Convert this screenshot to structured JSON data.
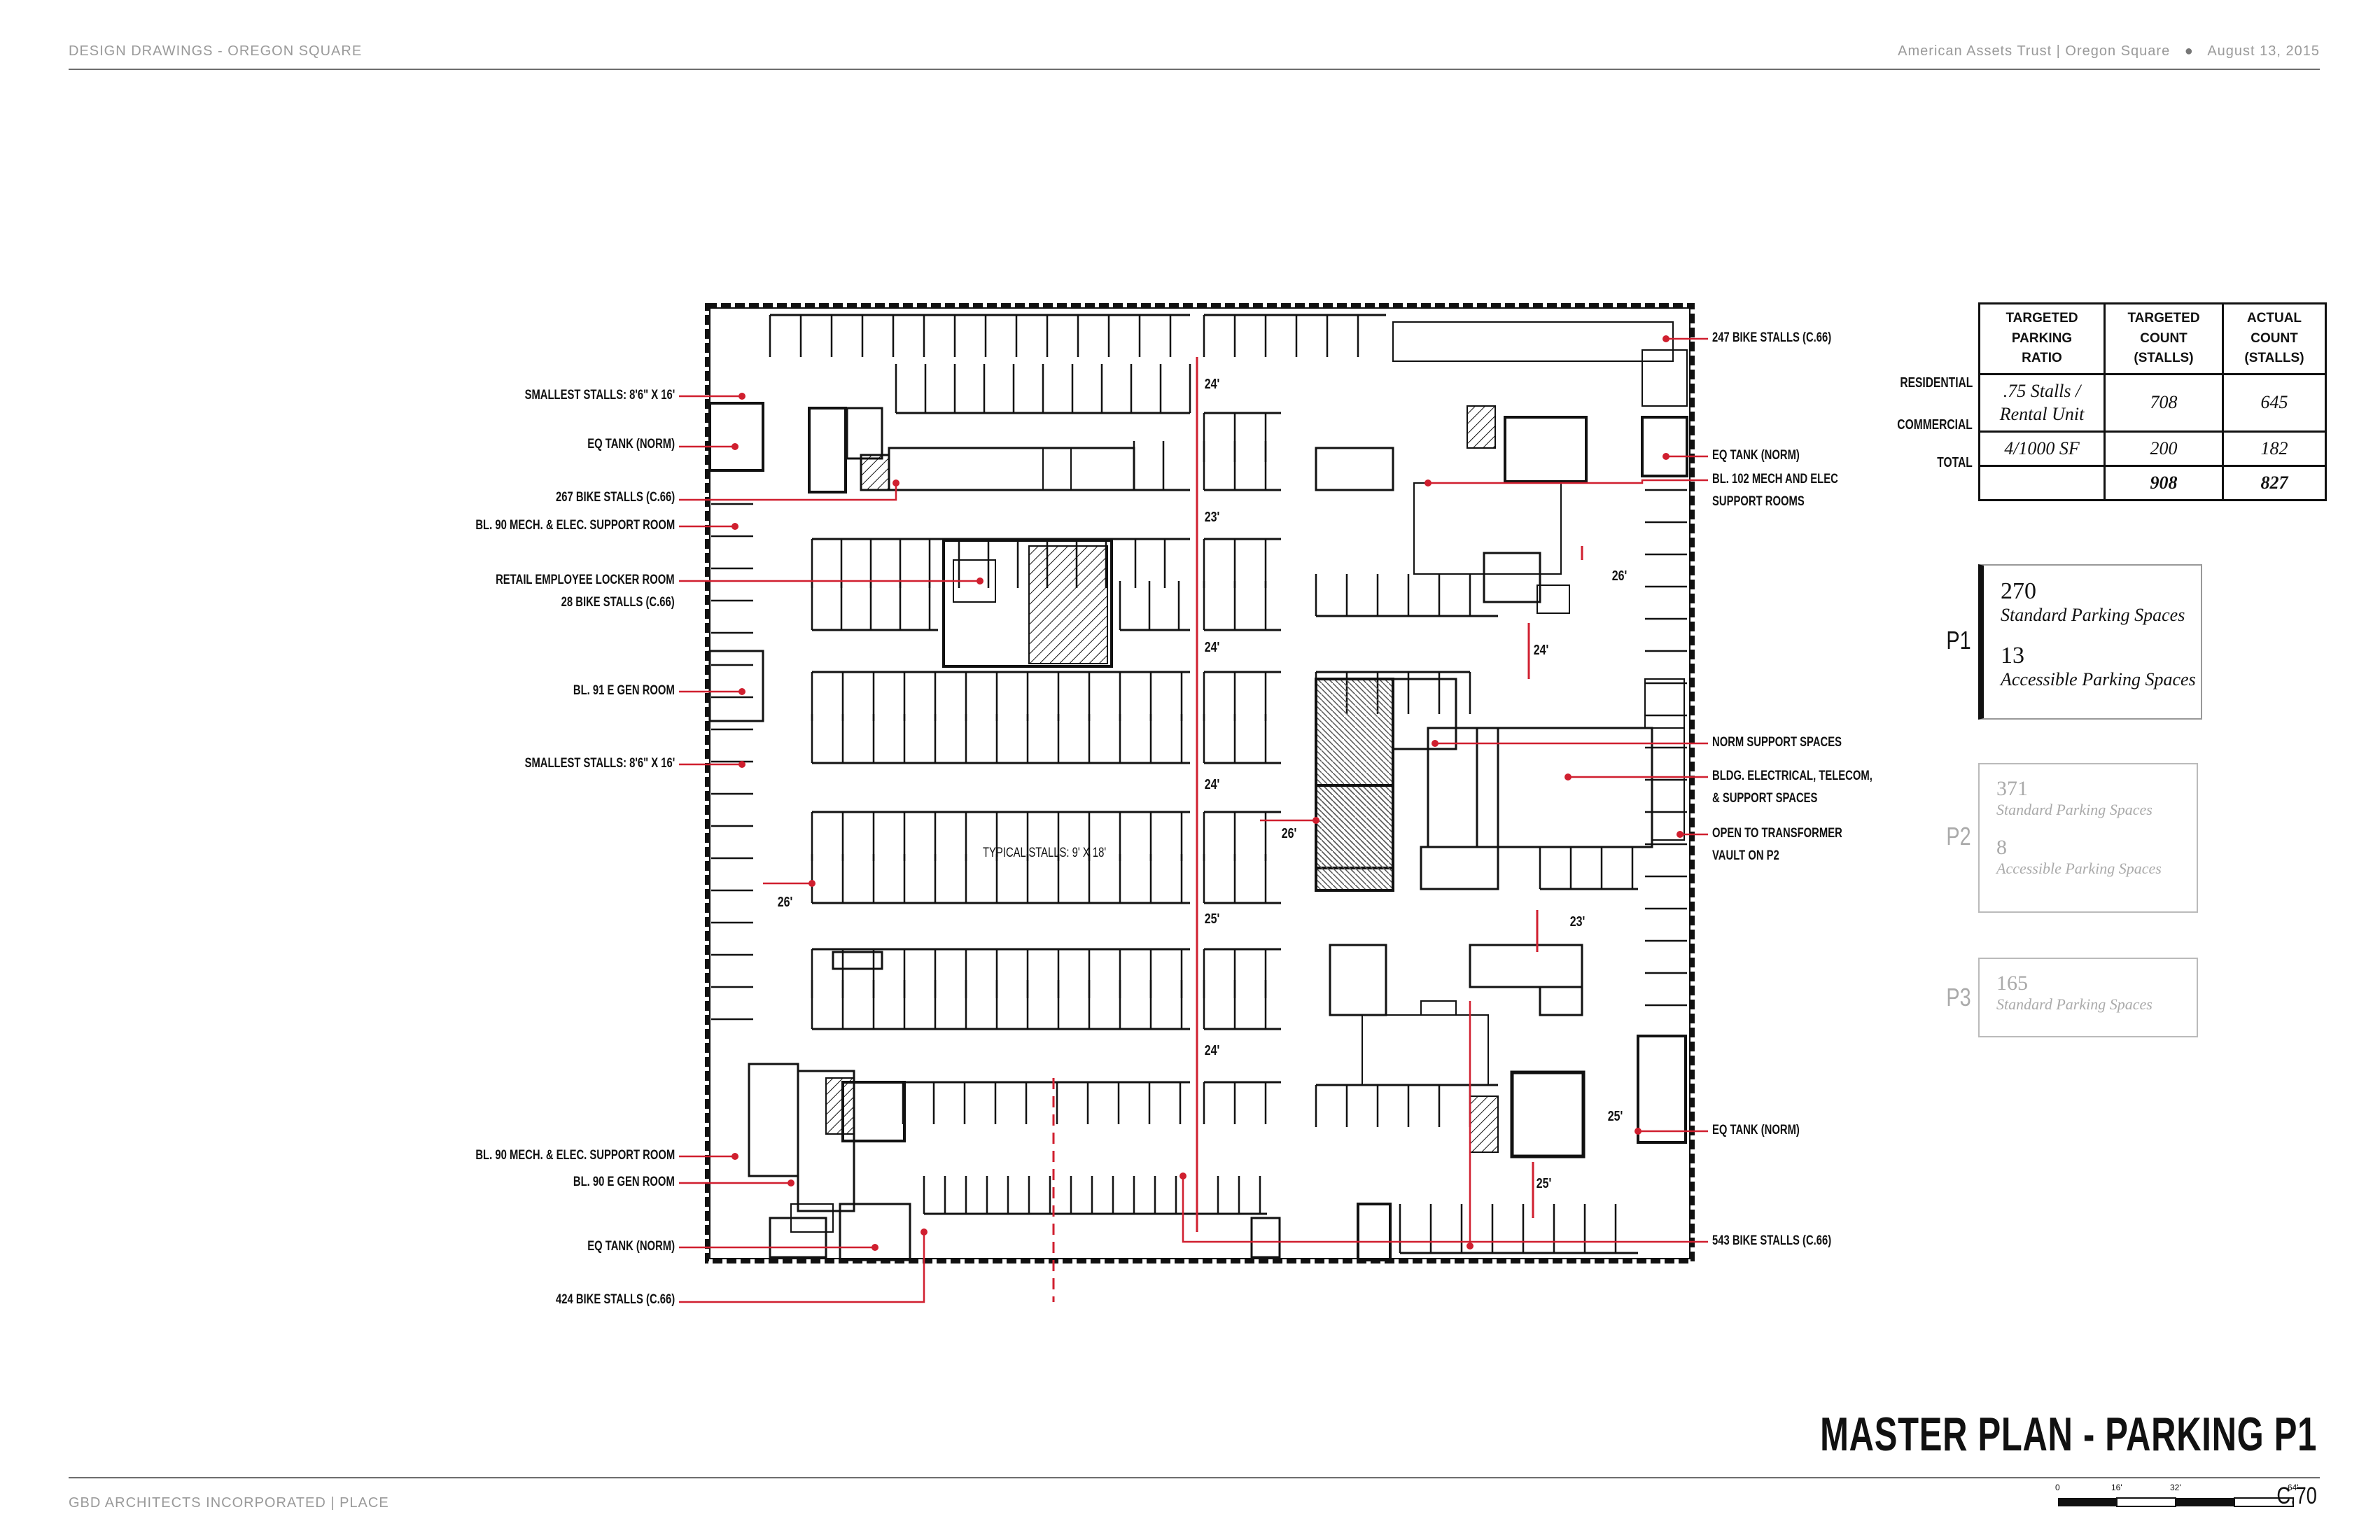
{
  "header": {
    "left": "DESIGN DRAWINGS - OREGON SQUARE",
    "right_client": "American Assets Trust | Oregon Square",
    "bullet": "●",
    "right_date": "August 13, 2015"
  },
  "footer": {
    "left": "GBD ARCHITECTS INCORPORATED | PLACE",
    "title": "MASTER PLAN - PARKING P1",
    "sheet": "C.70",
    "scale_labels": [
      "0",
      "16'",
      "32'",
      "64'"
    ]
  },
  "colors": {
    "accent": "#d01f2f",
    "ink": "#111111",
    "muted": "#9a9a9a"
  },
  "plan": {
    "left_labels": [
      "SMALLEST STALLS: 8'6\" X 16'",
      "EQ TANK (NORM)",
      "267 BIKE STALLS (C.66)",
      "BL. 90 MECH. & ELEC. SUPPORT ROOM",
      "RETAIL EMPLOYEE LOCKER ROOM",
      "28 BIKE STALLS (C.66)",
      "BL. 91 E GEN ROOM",
      "SMALLEST STALLS: 8'6\" X 16'",
      "BL. 90 MECH. & ELEC. SUPPORT ROOM",
      "BL. 90 E GEN ROOM",
      "EQ TANK (NORM)",
      "424 BIKE STALLS (C.66)"
    ],
    "right_labels": [
      "247 BIKE STALLS (C.66)",
      "EQ TANK (NORM)",
      "BL. 102 MECH AND ELEC",
      "SUPPORT ROOMS",
      "NORM SUPPORT SPACES",
      "BLDG. ELECTRICAL, TELECOM,",
      "& SUPPORT SPACES",
      "OPEN TO TRANSFORMER",
      "VAULT ON P2",
      "EQ TANK (NORM)",
      "543 BIKE STALLS (C.66)"
    ],
    "typical": "TYPICAL STALLS: 9' X 18'",
    "dims": [
      "24'",
      "23'",
      "24'",
      "24'",
      "25'",
      "24'",
      "26'",
      "26'",
      "26'",
      "24'",
      "23'",
      "25'",
      "25'"
    ]
  },
  "table": {
    "headers": [
      "TARGETED PARKING",
      "RATIO",
      "TARGETED COUNT",
      "(STALLS)",
      "ACTUAL COUNT",
      "(STALLS)"
    ],
    "row_labels": [
      "RESIDENTIAL",
      "COMMERCIAL",
      "TOTAL"
    ],
    "rows": [
      [
        ".75 Stalls /",
        "Rental Unit",
        "708",
        "645"
      ],
      [
        "4/1000 SF",
        "",
        "200",
        "182"
      ],
      [
        "",
        "",
        "908",
        "827"
      ]
    ]
  },
  "levels": [
    {
      "name": "P1",
      "standard": "270",
      "standard_label": "Standard Parking Spaces",
      "accessible": "13",
      "accessible_label": "Accessible Parking Spaces"
    },
    {
      "name": "P2",
      "standard": "371",
      "standard_label": "Standard Parking Spaces",
      "accessible": "8",
      "accessible_label": "Accessible Parking Spaces"
    },
    {
      "name": "P3",
      "standard": "165",
      "standard_label": "Standard Parking Spaces"
    }
  ]
}
